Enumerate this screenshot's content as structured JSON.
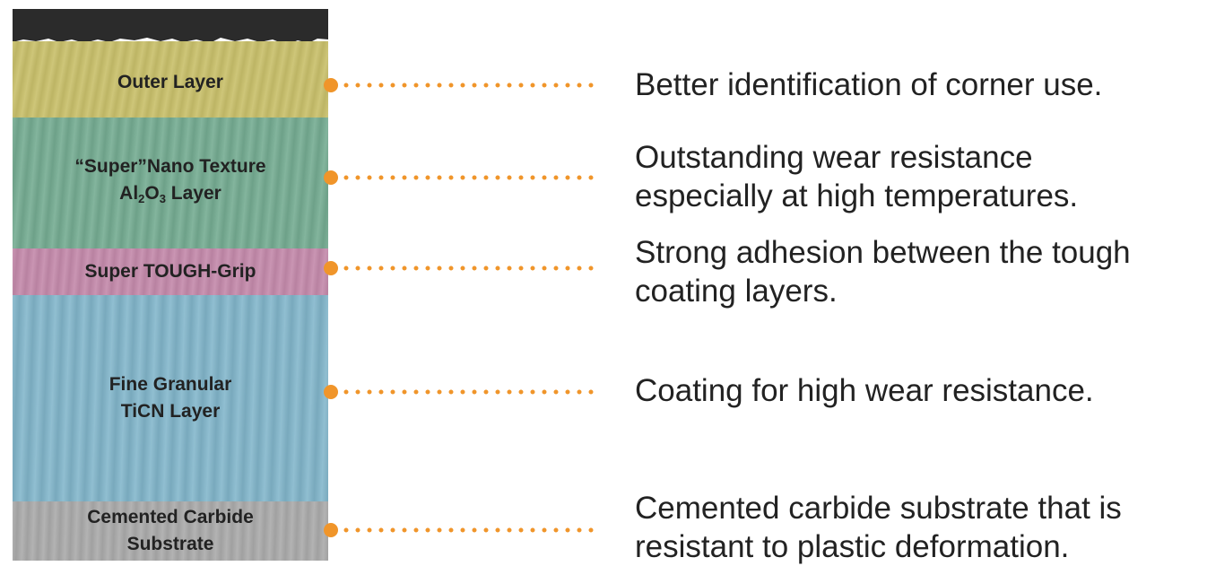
{
  "layers": {
    "outer": {
      "label": "Outer Layer"
    },
    "nano": {
      "label_line1": "“Super”Nano Texture",
      "label_l2_a": "Al",
      "label_l2_sub1": "2",
      "label_l2_b": "O",
      "label_l2_sub2": "3",
      "label_l2_c": " Layer"
    },
    "grip": {
      "label": "Super TOUGH-Grip"
    },
    "ticn": {
      "label_line1": "Fine Granular",
      "label_line2": "TiCN Layer"
    },
    "substrate": {
      "label_line1": "Cemented Carbide",
      "label_line2": "Substrate"
    }
  },
  "descriptions": {
    "outer": [
      "Better identification of corner use."
    ],
    "nano": [
      "Outstanding wear resistance",
      "especially at high temperatures."
    ],
    "grip": [
      "Strong adhesion between the tough",
      "coating layers."
    ],
    "ticn": [
      "Coating for high wear resistance."
    ],
    "substrate": [
      "Cemented carbide substrate that is",
      "resistant to plastic deformation."
    ]
  },
  "colors": {
    "connector": "#f0952a",
    "outer_layer": "#c9c06b",
    "nano_layer": "#76ad93",
    "grip_layer": "#c48aab",
    "ticn_layer": "#82b6cb",
    "substrate_layer": "#a9a9a9",
    "surface_dark": "#2b2b2b"
  }
}
